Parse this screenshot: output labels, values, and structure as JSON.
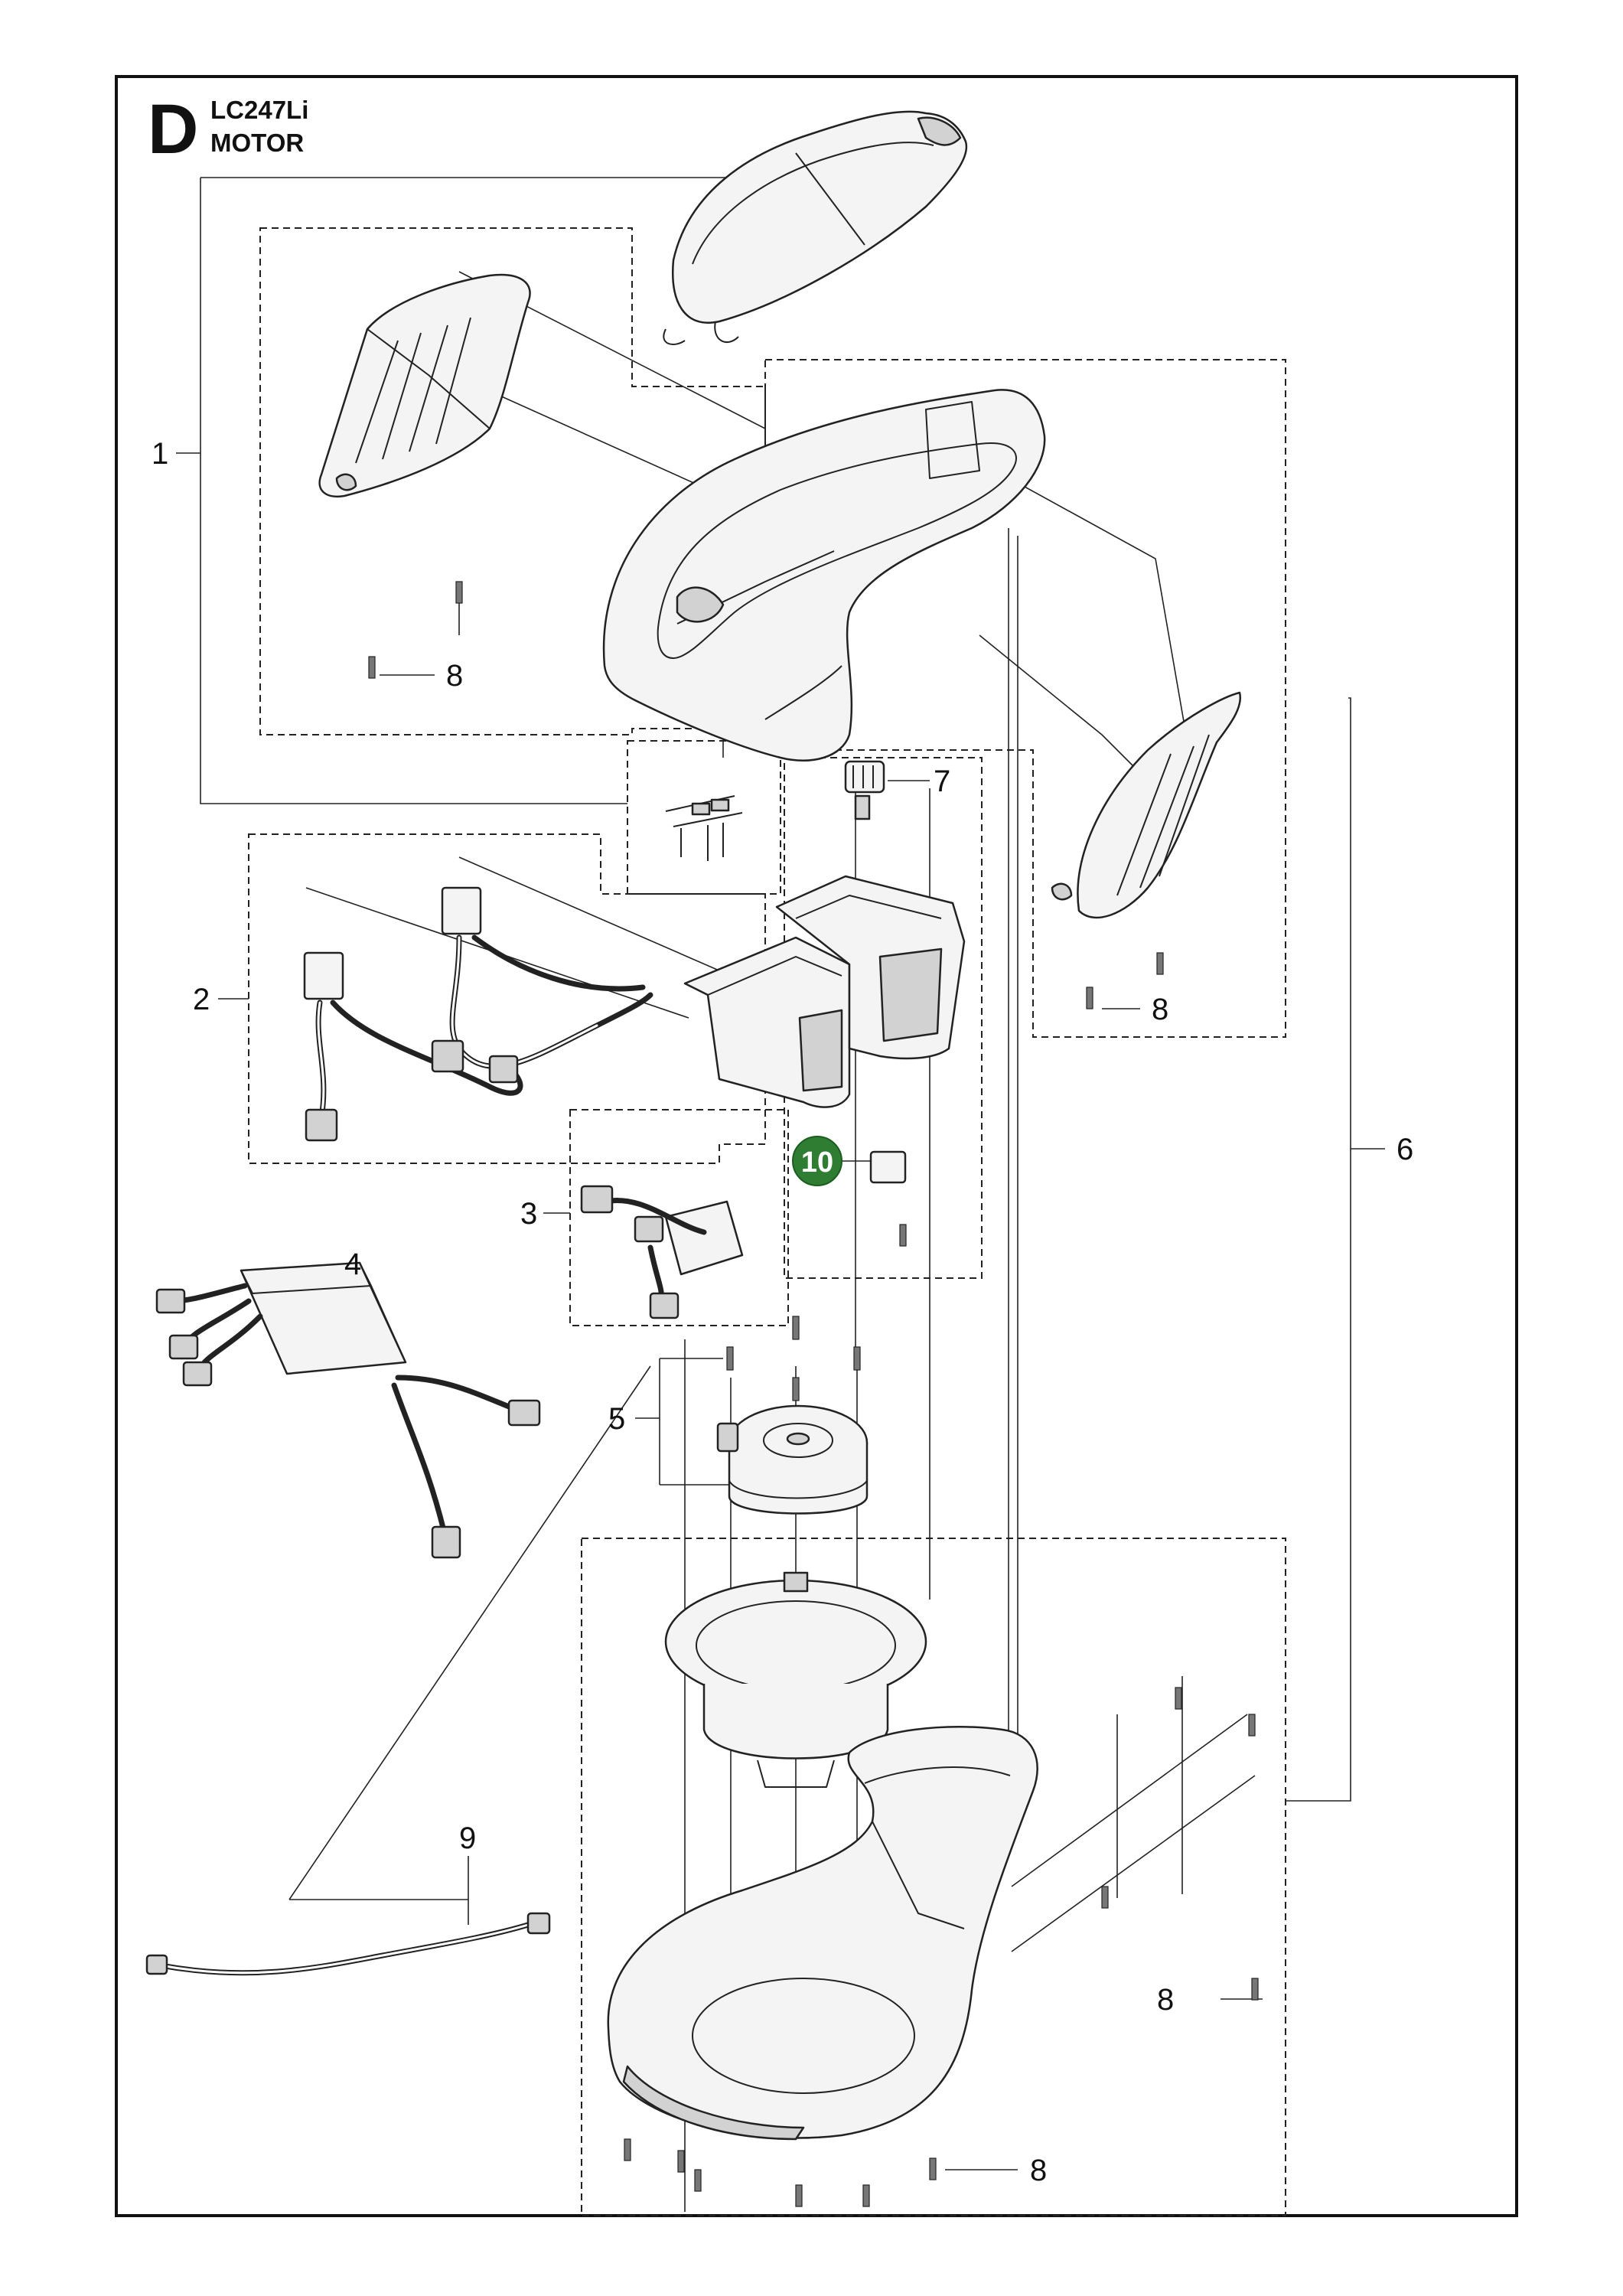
{
  "header": {
    "section_letter": "D",
    "model": "LC247Li",
    "subtitle": "MOTOR"
  },
  "callouts": [
    {
      "id": "1",
      "label": "1"
    },
    {
      "id": "2",
      "label": "2"
    },
    {
      "id": "3",
      "label": "3"
    },
    {
      "id": "4",
      "label": "4"
    },
    {
      "id": "5",
      "label": "5"
    },
    {
      "id": "6",
      "label": "6"
    },
    {
      "id": "7",
      "label": "7"
    },
    {
      "id": "8",
      "label": "8"
    },
    {
      "id": "9",
      "label": "9"
    }
  ],
  "highlighted_callout": {
    "label": "10",
    "color": "#2e7d32"
  },
  "colors": {
    "line": "#222222",
    "badge": "#2e7d32"
  }
}
